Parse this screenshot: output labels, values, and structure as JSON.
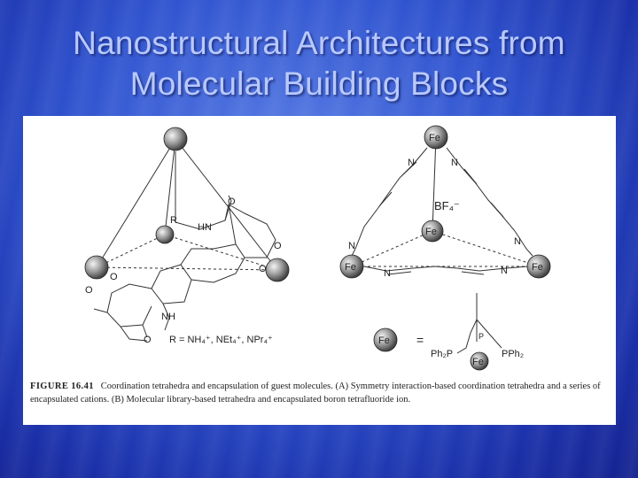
{
  "slide": {
    "title_line1": "Nanostructural Architectures from",
    "title_line2": "Molecular Building Blocks"
  },
  "figure": {
    "caption_label": "FIGURE 16.41",
    "caption_text": "Coordination tetrahedra and encapsulation of guest molecules. (A) Symmetry interaction-based coordination tetrahedra and a series of encapsulated cations. (B) Molecular library-based tetrahedra and encapsulated boron tetrafluoride ion.",
    "left_labels": {
      "r": "R",
      "hn": "HN",
      "o1": "O",
      "o2": "O",
      "o3": "O",
      "o4": "O",
      "o5": "O",
      "o6": "O",
      "nh": "NH",
      "r_def": "R = NH₄⁺, NEt₄⁺, NPr₄⁺"
    },
    "right_labels": {
      "fe_top": "Fe",
      "fe_center": "Fe",
      "fe_left": "Fe",
      "fe_right": "Fe",
      "fe_legend": "Fe",
      "fe_bottom": "Fe",
      "n1": "N",
      "n2": "N",
      "n3": "N",
      "n4": "N",
      "n5": "N",
      "n6": "N",
      "bf4": "BF₄⁻",
      "equals": "=",
      "ph2p": "Ph₂P",
      "pph2": "PPh₂",
      "p_mid": "P"
    }
  }
}
